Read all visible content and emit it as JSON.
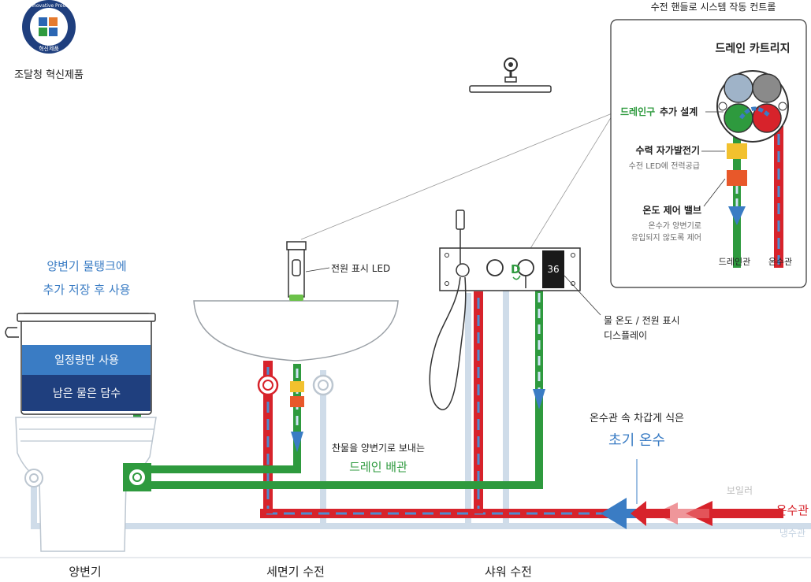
{
  "badge": {
    "ring_text": "K-Innovative Product",
    "center_text": "혁신제품",
    "caption": "조달청 혁신제품"
  },
  "panel": {
    "title": "수전 핸들로 시스템 작동 컨트롤",
    "cartridge_title": "드레인 카트리지",
    "drain_add_green": "드레인구",
    "drain_add_rest": " 추가 설계",
    "generator_title": "수력 자가발전기",
    "generator_sub": "수전 LED에 전력공급",
    "valve_title": "온도 제어 밸브",
    "valve_sub1": "온수가 양변기로",
    "valve_sub2": "유입되지 않도록 제어",
    "drain_pipe_label": "드레인관",
    "hot_pipe_label": "온수관"
  },
  "tank": {
    "caption_line1": "양변기 물탱크에",
    "caption_line2": "추가 저장 후 사용",
    "band1": "일정량만 사용",
    "band2": "남은 물은 담수"
  },
  "sink": {
    "led_label": "전원 표시 LED"
  },
  "shower": {
    "display_value": "36",
    "display_icon_letter": "D",
    "display_label_line1": "물 온도 / 전원 표시",
    "display_label_line2": "디스플레이"
  },
  "drain": {
    "label_line1": "찬물을 양변기로 보내는",
    "label_line2": "드레인 배관"
  },
  "initial_hot": {
    "label_line1": "온수관 속 차갑게 식은",
    "label_line2": "초기 온수"
  },
  "sources": {
    "boiler": "보일러",
    "hot": "온수관",
    "cold": "냉수관"
  },
  "bottom_labels": {
    "toilet": "양변기",
    "sink": "세면기 수전",
    "shower": "샤워 수전"
  },
  "colors": {
    "hot": "#d7232b",
    "cold_pipe": "#cfdce9",
    "drain": "#2e9a3e",
    "blue": "#3a7cc4",
    "navy": "#1f3f7e",
    "yellow": "#f2c12e",
    "orange": "#e8582a",
    "text": "#222222",
    "grey_text": "#6b6b6b"
  }
}
